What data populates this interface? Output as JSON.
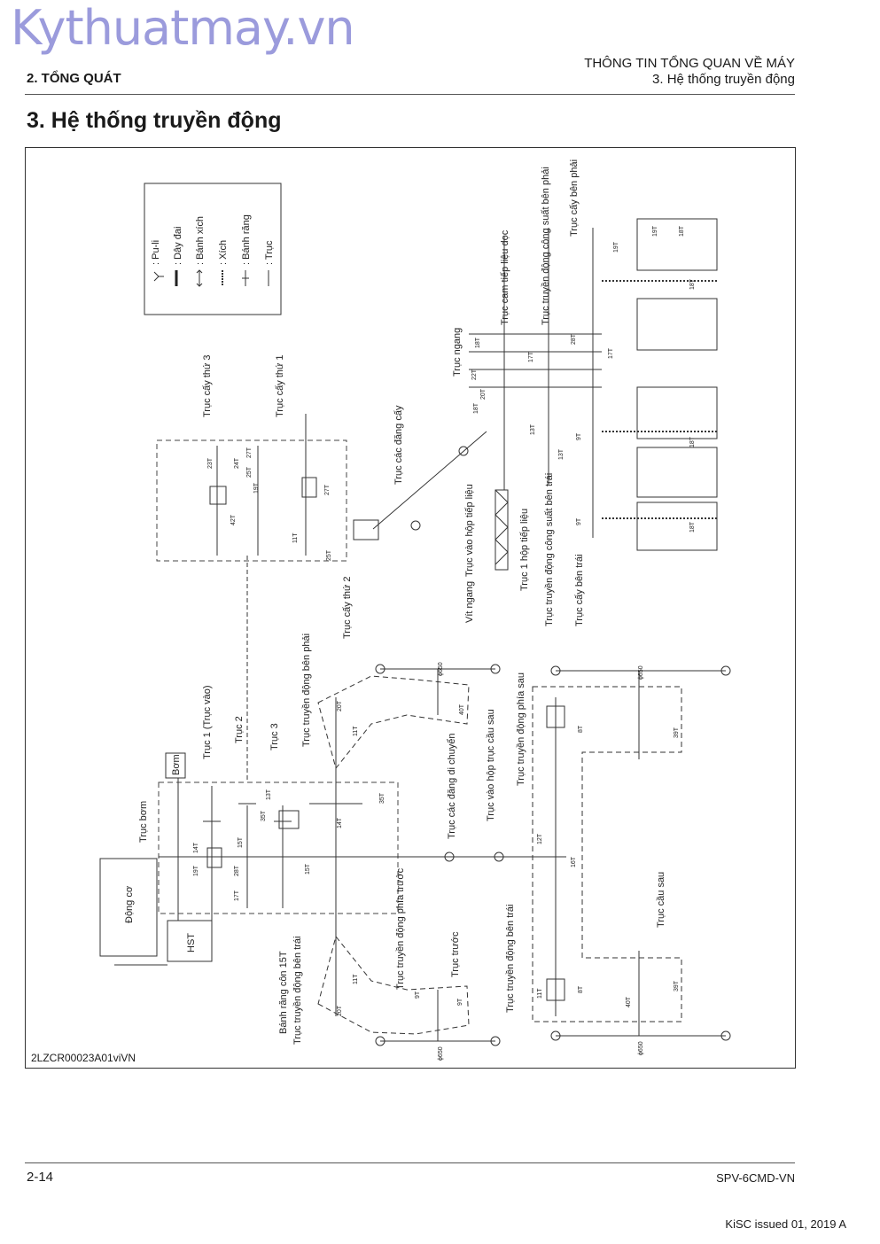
{
  "watermark": "Kythuatmay.vn",
  "header": {
    "section": "2. TỔNG QUÁT",
    "chapter": "THÔNG TIN TỔNG QUAN VỀ MÁY",
    "subsection": "3. Hệ thống truyền động"
  },
  "page_title": "3. Hệ thống truyền động",
  "figure": {
    "code": "2LZCR00023A01viVN",
    "legend": [
      {
        "icon": "pulley-icon",
        "label": ": Pu-li"
      },
      {
        "icon": "belt-icon",
        "label": ": Dây đai"
      },
      {
        "icon": "sprocket-icon",
        "label": ": Bánh xích"
      },
      {
        "icon": "chain-icon",
        "label": ": Xích"
      },
      {
        "icon": "gear-icon",
        "label": ": Bánh răng"
      },
      {
        "icon": "shaft-icon",
        "label": ": Trục"
      }
    ],
    "labels": {
      "dong_co": "Động cơ",
      "hst": "HST",
      "bom": "Bơm",
      "truc_bom": "Trục bơm",
      "truc1": "Trục 1 (Trục vào)",
      "truc2": "Trục 2",
      "truc3": "Trục 3",
      "truc_td_ben_phai": "Trục truyền động bên phải",
      "truc_td_ben_trai": "Trục truyền động bên trái",
      "banh_rang_con": "Bánh răng côn 15T",
      "truc_td_phia_truoc": "Trục truyền động phía trước",
      "truc_truoc": "Trục trước",
      "truc_cac_dang_di_chuyen": "Trục các đăng di chuyển",
      "truc_vao_hop_truc_cau_sau": "Trục vào hộp trục cầu sau",
      "truc_td_phia_sau": "Trục truyền động phía sau",
      "truc_td_ben_trai_sau": "Trục truyền động bên trái",
      "truc_cau_sau": "Trục cầu sau",
      "truc_cay_thu_3": "Trục cấy thứ 3",
      "truc_cay_thu_1": "Trục cấy thứ 1",
      "truc_cay_thu_2": "Trục cấy thứ 2",
      "truc_cac_dang_cay": "Trục các đăng cấy",
      "truc_vao_hop_tiep_lieu": "Trục vào hộp tiếp liệu",
      "vit_ngang": "Vít ngang",
      "truc_ngang": "Trục ngang",
      "truc_cam_tiep_lieu_doc": "Trục cam tiếp liệu dọc",
      "truc_td_cong_suat_ben_phai": "Trục truyền động công suất bên phải",
      "truc_cay_ben_phai": "Trục cấy bên phải",
      "truc1_hop_tiep_lieu": "Trục 1 hộp tiếp liệu",
      "truc_td_cong_suat_ben_trai": "Trục truyền động công suất bên trái",
      "truc_cay_ben_trai": "Trục cấy bên trái"
    },
    "gear_marks": [
      "19T",
      "14T",
      "17T",
      "28T",
      "15T",
      "35T",
      "13T",
      "15T",
      "14T",
      "35T",
      "12T",
      "16T",
      "20T",
      "11T",
      "40T",
      "8T",
      "39T",
      "20T",
      "11T",
      "9T",
      "11T",
      "40T",
      "8T",
      "39T",
      "9T",
      "19T",
      "23T",
      "27T",
      "25T",
      "24T",
      "27T",
      "42T",
      "11T",
      "25T",
      "18T",
      "22T",
      "20T",
      "18T",
      "13T",
      "13T",
      "17T",
      "28T",
      "17T",
      "19T",
      "18T",
      "9T",
      "18T",
      "9T",
      "18T",
      "19T",
      "18T"
    ],
    "diameter_marks": [
      "ϕ650",
      "ϕ650",
      "ϕ650",
      "ϕ650"
    ]
  },
  "footer": {
    "page": "2-14",
    "doc_code": "SPV-6CMD-VN",
    "issue": "KiSC issued 01, 2019 A"
  }
}
